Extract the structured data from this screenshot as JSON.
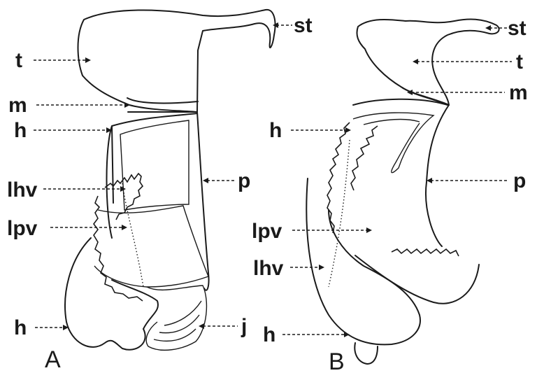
{
  "figure": {
    "panels": [
      {
        "letter": "A",
        "labels": {
          "st": "st",
          "t": "t",
          "m": "m",
          "h_top": "h",
          "p": "p",
          "lhv": "lhv",
          "lpv": "lpv",
          "h_bottom": "h",
          "j": "j"
        }
      },
      {
        "letter": "B",
        "labels": {
          "st": "st",
          "t": "t",
          "m": "m",
          "h_top": "h",
          "p": "p",
          "lpv": "lpv",
          "lhv": "lhv",
          "h_bottom": "h"
        }
      }
    ],
    "colors": {
      "ink": "#1a1a1a",
      "background": "#ffffff"
    }
  }
}
